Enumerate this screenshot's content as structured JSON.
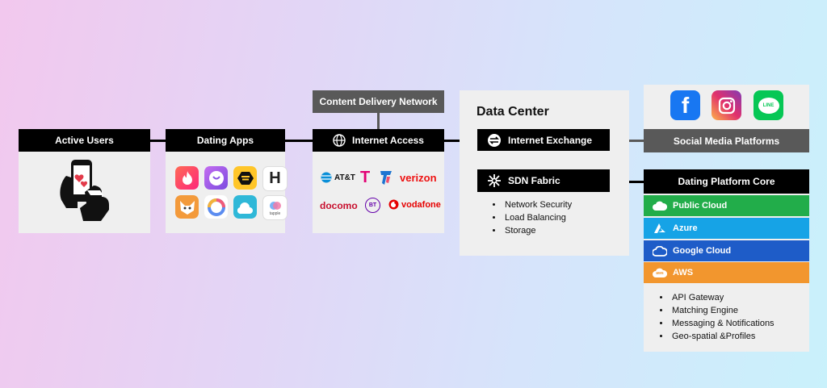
{
  "nodes": {
    "active_users": "Active Users",
    "dating_apps": "Dating Apps",
    "content_delivery": "Content Delivery Network",
    "internet_access": "Internet Access",
    "data_center": "Data Center",
    "internet_exchange": "Internet Exchange",
    "sdn_fabric": "SDN Fabric",
    "social_media": "Social Media Platforms",
    "platform_core": "Dating Platform Core"
  },
  "carriers": {
    "att": "AT&T",
    "verizon": "verizon",
    "docomo": "docomo",
    "bt": "BT",
    "vodafone": "vodafone",
    "tmobile": "T"
  },
  "apps": {
    "tapple": "tapple",
    "hinge": "H"
  },
  "sdn_features": [
    "Network Security",
    "Load Balancing",
    "Storage"
  ],
  "clouds": [
    {
      "label": "Public Cloud",
      "color": "#22ad4a",
      "icon": "cloud-icon"
    },
    {
      "label": "Azure",
      "color": "#16a3e6",
      "icon": "azure-icon"
    },
    {
      "label": "Google Cloud",
      "color": "#1e5cc8",
      "icon": "google-cloud-icon"
    },
    {
      "label": "AWS",
      "color": "#f2962e",
      "icon": "aws-icon",
      "badge": "aws"
    }
  ],
  "core_features": [
    "API Gateway",
    "Matching Engine",
    "Messaging & Notifications",
    "Geo-spatial &Profiles"
  ],
  "social": {
    "facebook": "f",
    "line": "LINE"
  }
}
